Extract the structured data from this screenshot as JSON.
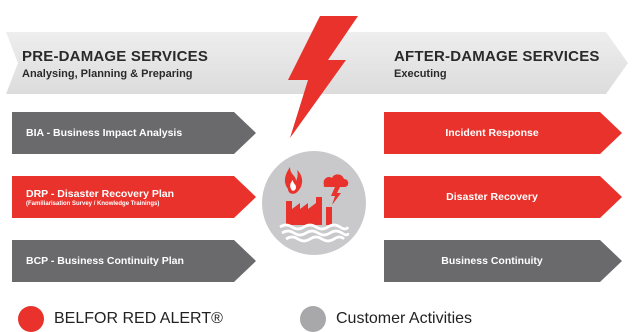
{
  "header": {
    "left_title": "PRE-DAMAGE SERVICES",
    "left_subtitle": "Analysing, Planning & Preparing",
    "right_title": "AFTER-DAMAGE SERVICES",
    "right_subtitle": "Executing"
  },
  "left_items": [
    {
      "label": "BIA - Business Impact Analysis",
      "sublabel": "",
      "kind": "customer"
    },
    {
      "label": "DRP - Disaster Recovery Plan",
      "sublabel": "(Familiarisation Survey / Knowledge Trainings)",
      "kind": "belfor"
    },
    {
      "label": "BCP - Business Continuity Plan",
      "sublabel": "",
      "kind": "customer"
    }
  ],
  "right_items": [
    {
      "label": "Incident Response",
      "kind": "belfor"
    },
    {
      "label": "Disaster Recovery",
      "kind": "belfor"
    },
    {
      "label": "Business Continuity",
      "kind": "customer"
    }
  ],
  "legend": {
    "belfor": "BELFOR RED ALERT®",
    "customer": "Customer Activities"
  },
  "colors": {
    "red": "#e8322b",
    "gray": "#6a6a6c",
    "header_gray": "#e3e3e4",
    "circle_gray": "#c9c9cb"
  },
  "icons": {
    "bolt": "lightning-bolt-icon",
    "center": "factory-fire-flood-icon"
  }
}
